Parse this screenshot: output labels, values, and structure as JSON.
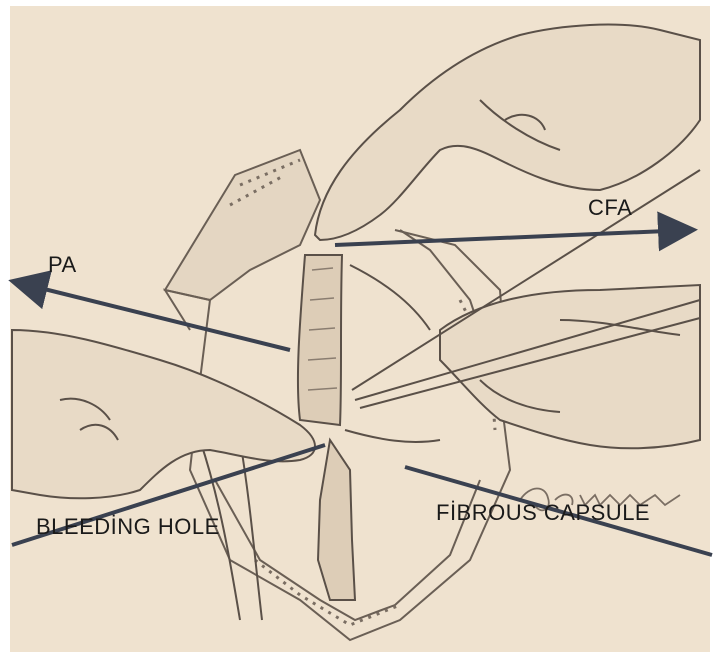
{
  "labels": {
    "pa": "PA",
    "cfa": "CFA",
    "bleeding_hole": "BLEEDİNG HOLE",
    "fibrous_capsule": "FİBROUS CAPSULE"
  },
  "colors": {
    "paper": "#efe2cf",
    "pencil": "#5a5048",
    "arrow": "#3a4150",
    "label_text": "#1a1a1a"
  }
}
